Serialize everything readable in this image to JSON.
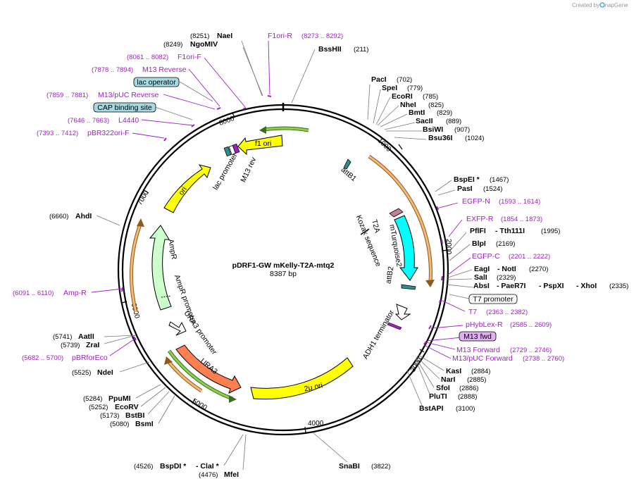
{
  "watermark": "Created by SnapGene",
  "plasmid": {
    "name": "pDRF1-GW mKelly-T2A-mtq2",
    "size": "8387 bp"
  },
  "ticks": [
    "1000",
    "2000",
    "3000",
    "4000",
    "5000",
    "6000",
    "7000",
    "8000"
  ],
  "enzymes": {
    "bsshii": {
      "name": "BssHII",
      "pos": "(211)"
    },
    "paci": {
      "name": "PacI",
      "pos": "(702)"
    },
    "spei": {
      "name": "SpeI",
      "pos": "(779)"
    },
    "ecori": {
      "name": "EcoRI",
      "pos": "(785)"
    },
    "nhei": {
      "name": "NheI",
      "pos": "(825)"
    },
    "bmti": {
      "name": "BmtI",
      "pos": "(829)"
    },
    "sacii": {
      "name": "SacII",
      "pos": "(889)"
    },
    "bsiwi": {
      "name": "BsiWI",
      "pos": "(907)"
    },
    "bsu36i": {
      "name": "Bsu36I",
      "pos": "(1024)"
    },
    "bspei": {
      "name": "BspEI *",
      "pos": "(1467)"
    },
    "pasi": {
      "name": "PasI",
      "pos": "(1524)"
    },
    "pflfi": {
      "name": "PflFI",
      "name2": "- Tth111I",
      "pos": "(1995)"
    },
    "blpi": {
      "name": "BlpI",
      "pos": "(2169)"
    },
    "eagi": {
      "name": "EagI",
      "name2": "- NotI",
      "pos": "(2270)"
    },
    "sali": {
      "name": "SalI",
      "pos": "(2329)"
    },
    "absi": {
      "name": "AbsI",
      "name2": "- PaeR7I",
      "name3": "- PspXI",
      "name4": "- XhoI",
      "pos": "(2335)"
    },
    "kasi": {
      "name": "KasI",
      "pos": "(2884)"
    },
    "nari": {
      "name": "NarI",
      "pos": "(2885)"
    },
    "sfoi": {
      "name": "SfoI",
      "pos": "(2886)"
    },
    "pluti": {
      "name": "PluTI",
      "pos": "(2888)"
    },
    "bstapi": {
      "name": "BstAPI",
      "pos": "(3100)"
    },
    "snabi": {
      "name": "SnaBI",
      "pos": "(3822)"
    },
    "bspdi": {
      "name": "BspDI *",
      "name2": "- ClaI *",
      "pos": "(4526)"
    },
    "mfei": {
      "name": "MfeI",
      "pos": "(4476)"
    },
    "bsmi": {
      "name": "BsmI",
      "pos": "(5080)"
    },
    "bstbi": {
      "name": "BstBI",
      "pos": "(5173)"
    },
    "ecorv": {
      "name": "EcoRV",
      "pos": "(5252)"
    },
    "ppumi": {
      "name": "PpuMI",
      "pos": "(5284)"
    },
    "ndei": {
      "name": "NdeI",
      "pos": "(5525)"
    },
    "zrai": {
      "name": "ZraI",
      "pos": "(5739)"
    },
    "aatii": {
      "name": "AatII",
      "pos": "(5741)"
    },
    "ahdi": {
      "name": "AhdI",
      "pos": "(6660)"
    },
    "ngomiv": {
      "name": "NgoMIV",
      "pos": "(8249)"
    },
    "naei": {
      "name": "NaeI",
      "pos": "(8251)"
    }
  },
  "primers": {
    "f1ori_r": {
      "name": "F1ori-R",
      "pos": "(8273 .. 8292)"
    },
    "f1ori_f": {
      "name": "F1ori-F",
      "pos": "(8061 .. 8082)"
    },
    "m13_reverse": {
      "name": "M13 Reverse",
      "pos": "(7878 .. 7894)"
    },
    "m13_puc_reverse": {
      "name": "M13/pUC Reverse",
      "pos": "(7859 .. 7881)"
    },
    "l4440": {
      "name": "L4440",
      "pos": "(7646 .. 7663)"
    },
    "pbr322ori_f": {
      "name": "pBR322ori-F",
      "pos": "(7393 .. 7412)"
    },
    "egfp_n": {
      "name": "EGFP-N",
      "pos": "(1593 .. 1614)"
    },
    "exfp_r": {
      "name": "EXFP-R",
      "pos": "(1854 .. 1873)"
    },
    "egfp_c": {
      "name": "EGFP-C",
      "pos": "(2201 .. 2222)"
    },
    "t7": {
      "name": "T7",
      "pos": "(2363 .. 2382)"
    },
    "phyblex_r": {
      "name": "pHybLex-R",
      "pos": "(2585 .. 2609)"
    },
    "m13_forward": {
      "name": "M13 Forward",
      "pos": "(2729 .. 2746)"
    },
    "m13_puc_forward": {
      "name": "M13/pUC Forward",
      "pos": "(2738 .. 2760)"
    },
    "amp_r": {
      "name": "Amp-R",
      "pos": "(6091 .. 6110)"
    },
    "pbrforeco": {
      "name": "pBRforEco",
      "pos": "(5682 .. 5700)"
    }
  },
  "boxes": {
    "lac_operator": "lac operator",
    "cap_binding_site": "CAP binding site",
    "t7_promoter": "T7 promoter",
    "m13_fwd": "M13 fwd"
  },
  "features": {
    "f1_ori": "f1 ori",
    "m13_rev": "M13 rev",
    "lac_promoter": "lac promoter",
    "ori": "ori",
    "ampr": "AmpR",
    "ampr_promoter": "AmpR promoter",
    "ura3_promoter": "URA3 promoter",
    "ura3": "URA3",
    "two_micron_ori": "2μ ori",
    "adh1_terminator": "ADH1 terminator",
    "attb1": "attB1",
    "attb2": "attB2",
    "kozak": "Kozak sequence",
    "t2a": "T2A",
    "mturquoise2": "mTurquoise2"
  },
  "colors": {
    "backbone": "#000000",
    "primer": "#a020c0",
    "orange_feature": "#f5b971",
    "green_feature": "#8bd14f",
    "ori_yellow": "#ffff00",
    "ampr_green": "#ccffcc",
    "ura3_orange": "#ff7f50",
    "mturquoise2": "#00ffff",
    "attb": "#2f8f8f",
    "t2a": "#c08090",
    "box_fill": "#a8d8e0"
  }
}
